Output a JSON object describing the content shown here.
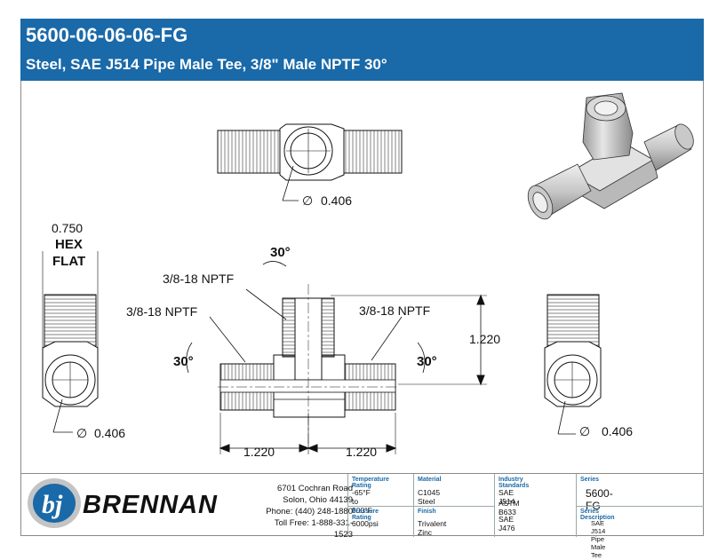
{
  "header": {
    "part_number": "5600-06-06-06-FG",
    "description": "Steel, SAE J514 Pipe Male Tee, 3/8\" Male NPTF 30°"
  },
  "dimensions": {
    "top_view_diameter": "0.406",
    "hex_size": "0.750",
    "hex_label_1": "HEX",
    "hex_label_2": "FLAT",
    "left_view_diameter": "0.406",
    "right_view_diameter": "0.406",
    "top_branch_thread": "3/8-18 NPTF",
    "left_run_thread": "3/8-18 NPTF",
    "right_run_thread": "3/8-18 NPTF",
    "top_angle": "30°",
    "left_angle": "30°",
    "right_angle": "30°",
    "height": "1.220",
    "left_length": "1.220",
    "right_length": "1.220",
    "diameter_symbol": "∅"
  },
  "footer": {
    "brand": "BRENNAN",
    "address": [
      "6701 Cochran Road",
      "Solon, Ohio 44139",
      "Phone: (440) 248-1880",
      "Toll Free: 1-888-331-1523"
    ],
    "temperature_label": "Temperature Rating",
    "temperature_value": "-65°F to 500°F",
    "pressure_label": "Pressure Rating",
    "pressure_value": "6000psi",
    "material_label": "Material",
    "material_value": "C1045 Steel",
    "finish_label": "Finish",
    "finish_value": "Trivalent Zinc",
    "standards_label": "Industry Standards",
    "standards_value_1": "SAE J514 , SAE J476",
    "standards_value_2": "ASTM B633",
    "series_label": "Series",
    "series_value": "5600-FG",
    "series_desc_label": "Series Description",
    "series_desc_value": "SAE J514 Pipe Male Tee"
  },
  "colors": {
    "banner": "#1a69a8",
    "line": "#111111",
    "metal_light": "#dcdcdc",
    "metal_dark": "#8f8f8f"
  }
}
